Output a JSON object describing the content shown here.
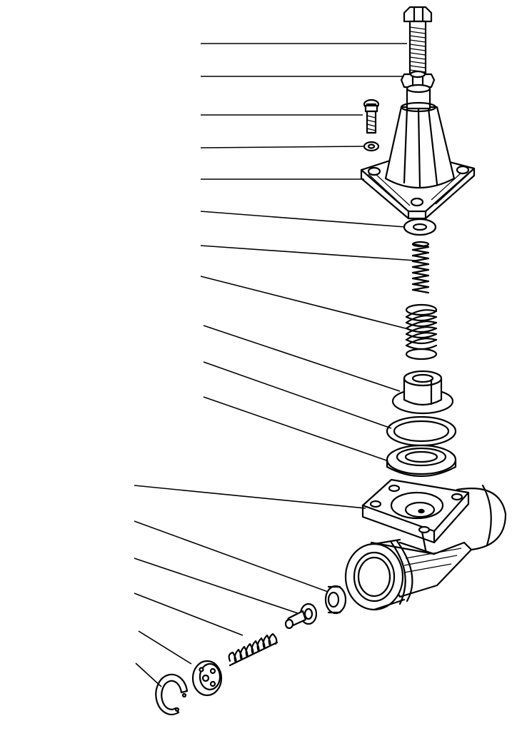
{
  "figure": {
    "type": "exploded-assembly-drawing",
    "colors": {
      "ink": "#000000",
      "paper": "#ffffff"
    },
    "parts": [
      {
        "name": "adjusting-screw"
      },
      {
        "name": "lock-nut"
      },
      {
        "name": "cover-screw"
      },
      {
        "name": "spring-washer"
      },
      {
        "name": "cover"
      },
      {
        "name": "washer"
      },
      {
        "name": "inner-spring"
      },
      {
        "name": "outer-spring"
      },
      {
        "name": "spring-seat"
      },
      {
        "name": "gasket-ring"
      },
      {
        "name": "diaphragm"
      },
      {
        "name": "valve-body"
      },
      {
        "name": "valve-seat-ring"
      },
      {
        "name": "valve-plunger"
      },
      {
        "name": "valve-spring"
      },
      {
        "name": "spring-retainer"
      },
      {
        "name": "circlip"
      }
    ]
  }
}
